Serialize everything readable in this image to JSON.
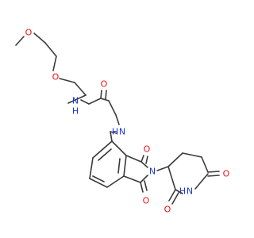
{
  "molecule": {
    "atom_labels": {
      "ether_o_top": "O",
      "ether_o_mid": "O",
      "amide_nh": "N",
      "amide_h": "H",
      "amide_o": "O",
      "aryl_nh": "N",
      "aryl_h": "H",
      "imide_o_top": "O",
      "imide_n": "N",
      "imide_o_bottom": "O",
      "glut_o_right": "O",
      "glut_nh": "N",
      "glut_h": "H",
      "glut_o_left": "O"
    },
    "colors": {
      "bond": "#3a3a3a",
      "oxygen": "#e8141c",
      "nitrogen": "#1c38d0"
    }
  }
}
